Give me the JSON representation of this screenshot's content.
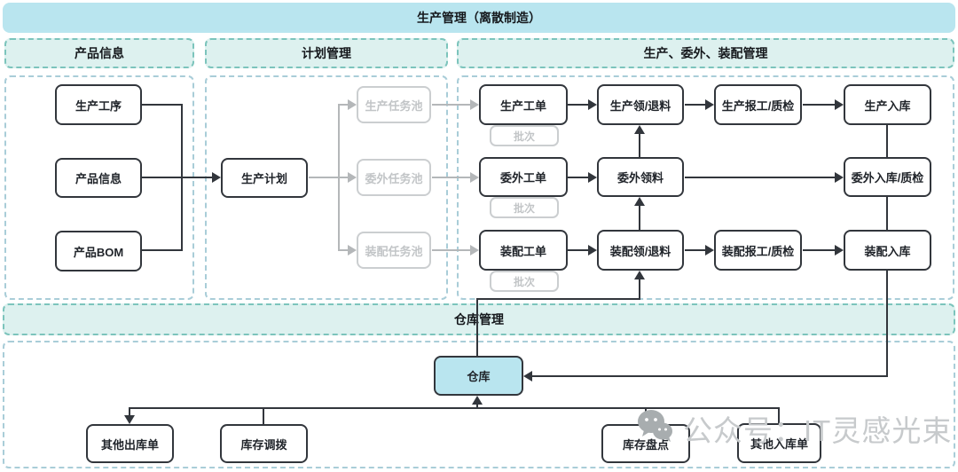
{
  "banner": {
    "title": "生产管理（离散制造）"
  },
  "sections": {
    "product_info": "产品信息",
    "plan": "计划管理",
    "production": "生产、委外、装配管理",
    "warehouse": "仓库管理"
  },
  "nodes": {
    "process": "生产工序",
    "product_info": "产品信息",
    "bom": "产品BOM",
    "plan": "生产计划",
    "pool_production": "生产任务池",
    "pool_outsource": "委外任务池",
    "pool_assembly": "装配任务池",
    "order_production": "生产工单",
    "order_outsource": "委外工单",
    "order_assembly": "装配工单",
    "batch": "批次",
    "issue_production": "生产领/退料",
    "issue_outsource": "委外领料",
    "issue_assembly": "装配领/退料",
    "report_production": "生产报工/质检",
    "report_assembly": "装配报工/质检",
    "inbound_production": "生产入库",
    "inbound_outsource": "委外入库/质检",
    "inbound_assembly": "装配入库",
    "warehouse": "仓库",
    "outbound_other": "其他出库单",
    "transfer": "库存调拨",
    "stocktake": "库存盘点",
    "inbound_other": "其他入库单"
  },
  "watermark": {
    "text": "公众号：IT灵感光束",
    "icon": "wechat-icon"
  },
  "colors": {
    "banner_fill": "#b9e5ef",
    "section_fill": "#ddf1ef",
    "section_dash": "#7cc4bc",
    "container_dash": "#a9cdd8",
    "node_border": "#32363c",
    "muted_gray": "#b4b7b9",
    "warehouse_fill": "#b9e5ef"
  }
}
